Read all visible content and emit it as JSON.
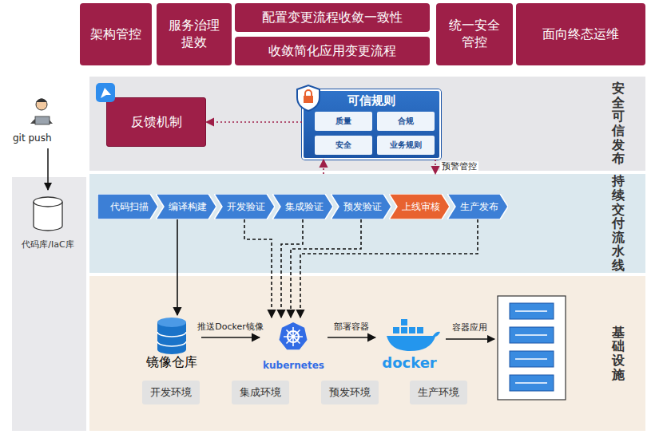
{
  "diagram": {
    "nodes": [
      {
        "text": [
          "架构管控"
        ]
      },
      {
        "text": [
          "服务治理 提效"
        ]
      },
      {
        "text": [
          "配置变更流程收敛一致性"
        ]
      },
      {
        "text": [
          "收敛简化应用变更流程"
        ]
      },
      {
        "text": [
          "统一安全管控"
        ]
      },
      {
        "text": [
          "面向终态运维"
        ]
      },
      {
        "text": [
          "安全可信发布"
        ]
      },
      {
        "text": [
          "反馈机制"
        ],
        "in": 6
      },
      {
        "text": [
          "可信规则"
        ],
        "in": 6
      },
      {
        "text": [
          "质量"
        ],
        "in": 8
      },
      {
        "text": [
          "合规"
        ],
        "in": 8
      },
      {
        "text": [
          "安全"
        ],
        "in": 8
      },
      {
        "text": [
          "业务规则"
        ],
        "in": 8
      },
      {
        "text": [
          "代码库/IaC库"
        ]
      },
      {
        "text": [
          "持续交付流水线"
        ]
      },
      {
        "text": [
          "代码扫描"
        ],
        "in": 14
      },
      {
        "text": [
          "编译构建"
        ],
        "in": 14
      },
      {
        "text": [
          "开发验证"
        ],
        "in": 14
      },
      {
        "text": [
          "集成验证"
        ],
        "in": 14
      },
      {
        "text": [
          "预发验证"
        ],
        "in": 14
      },
      {
        "text": [
          "上线审核"
        ],
        "in": 14
      },
      {
        "text": [
          "生产发布"
        ],
        "in": 14
      },
      {
        "text": [
          "基础设施"
        ]
      },
      {
        "text": [
          "镜像仓库"
        ],
        "in": 22
      },
      {
        "text": [
          "kubernetes"
        ],
        "in": 22
      },
      {
        "text": [
          "docker"
        ],
        "in": 22
      },
      {
        "text": [
          "开发环境"
        ],
        "in": 22
      },
      {
        "text": [
          "集成环境"
        ],
        "in": 22
      },
      {
        "text": [
          "预发环境"
        ],
        "in": 22
      },
      {
        "text": [
          "生产环境"
        ],
        "in": 22
      }
    ],
    "edges": [
      {
        "from": 8,
        "to": 7,
        "arrow": "to"
      },
      {
        "from": 14,
        "to": 8,
        "arrow": "to"
      },
      {
        "from": 8,
        "to": 14,
        "label": "预警管控",
        "arrow": "to"
      },
      {
        "from": 16,
        "to": 23,
        "arrow": "to"
      },
      {
        "from": 17,
        "to": 24,
        "arrow": "to"
      },
      {
        "from": 18,
        "to": 24,
        "arrow": "to"
      },
      {
        "from": 19,
        "to": 24,
        "arrow": "to"
      },
      {
        "from": 21,
        "to": 24,
        "arrow": "to"
      },
      {
        "from": 23,
        "to": 24,
        "label": "推送Docker镜像",
        "arrow": "to"
      },
      {
        "from": 24,
        "to": 25,
        "label": "部署容器",
        "arrow": "to"
      }
    ],
    "labels": [
      "git push",
      "容器应用"
    ]
  }
}
